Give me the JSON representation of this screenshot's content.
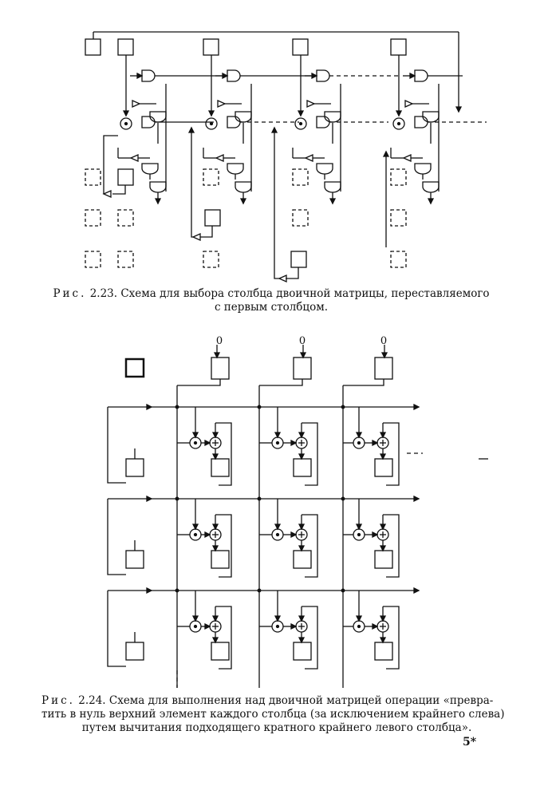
{
  "figure_1": {
    "label": "Рис.",
    "caption_line1": "2.23. Схема для выбора столбца двоичной матрицы, переставляемого",
    "caption_line2": "с первым столбцом."
  },
  "figure_2": {
    "input_labels": [
      "0",
      "0",
      "0"
    ],
    "label": "Рис.",
    "caption_line1": "2.24. Схема для выполнения над двоичной матрицей операции «превра-",
    "caption_line2": "тить в нуль верхний элемент каждого столбца (за исключением крайнего слева)",
    "caption_line3": "путем вычитания подходящего кратного крайнего левого столбца»."
  },
  "page_number": "5*"
}
